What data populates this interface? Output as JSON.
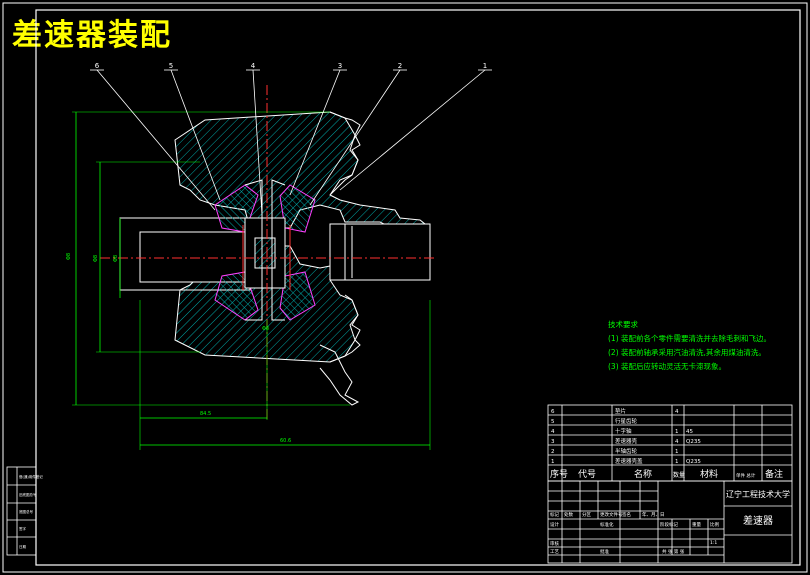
{
  "drawing": {
    "title": "差速器装配",
    "balloons": [
      "6",
      "5",
      "4",
      "3",
      "2",
      "1"
    ],
    "dimensions": {
      "overall_height": "Φ8",
      "height_2": "Φ8",
      "height_3": "Φ8",
      "bottom_width": "84.5",
      "overall_width": "60.6",
      "center_mark": "Φ8"
    }
  },
  "tech_requirements": {
    "heading": "技术要求",
    "items": [
      "(1) 装配前各个零件需要清洗并去除毛刺和飞边。",
      "(2) 装配前轴承采用汽油清洗,其余用煤油清洗。",
      "(3) 装配后应转动灵活无卡滞现象。"
    ]
  },
  "parts_list": {
    "rows": [
      {
        "no": "6",
        "name": "垫片",
        "qty": "4",
        "material": ""
      },
      {
        "no": "5",
        "name": "行星齿轮",
        "qty": "",
        "material": ""
      },
      {
        "no": "4",
        "name": "十字轴",
        "qty": "1",
        "material": "45"
      },
      {
        "no": "3",
        "name": "差速器壳",
        "qty": "4",
        "material": "Q235"
      },
      {
        "no": "2",
        "name": "半轴齿轮",
        "qty": "1",
        "material": ""
      },
      {
        "no": "1",
        "name": "差速器壳盖",
        "qty": "1",
        "material": "Q235"
      }
    ],
    "header": {
      "no": "序号",
      "code": "代号",
      "name": "名称",
      "qty": "数量",
      "material": "材料",
      "weight": "单件 总计",
      "remark": "备注"
    }
  },
  "title_block": {
    "school": "辽宁工程技术大学",
    "drawing_name": "差速器",
    "labels": {
      "mark": "标记",
      "count": "处数",
      "zone": "分区",
      "change_doc": "更改文件号",
      "sign": "签名",
      "date": "年、月、日",
      "design": "设计",
      "standard": "标准化",
      "check": "审核",
      "process": "工艺",
      "approve": "批准",
      "stage": "阶段标记",
      "weight": "重量",
      "scale": "比例",
      "scale_value": "1:1",
      "sheets": "共 张 第 张"
    }
  },
  "side_strip": {
    "items": [
      "借(通)用件登记",
      "旧底图总号",
      "底图总号",
      "签字",
      "日期"
    ]
  },
  "colors": {
    "frame": "#ffffff",
    "outline": "#ffffff",
    "hatch": "#00aaaa",
    "green": "#00ff00",
    "red": "#ff3030",
    "yellow": "#ffff00",
    "magenta": "#ff40ff"
  }
}
